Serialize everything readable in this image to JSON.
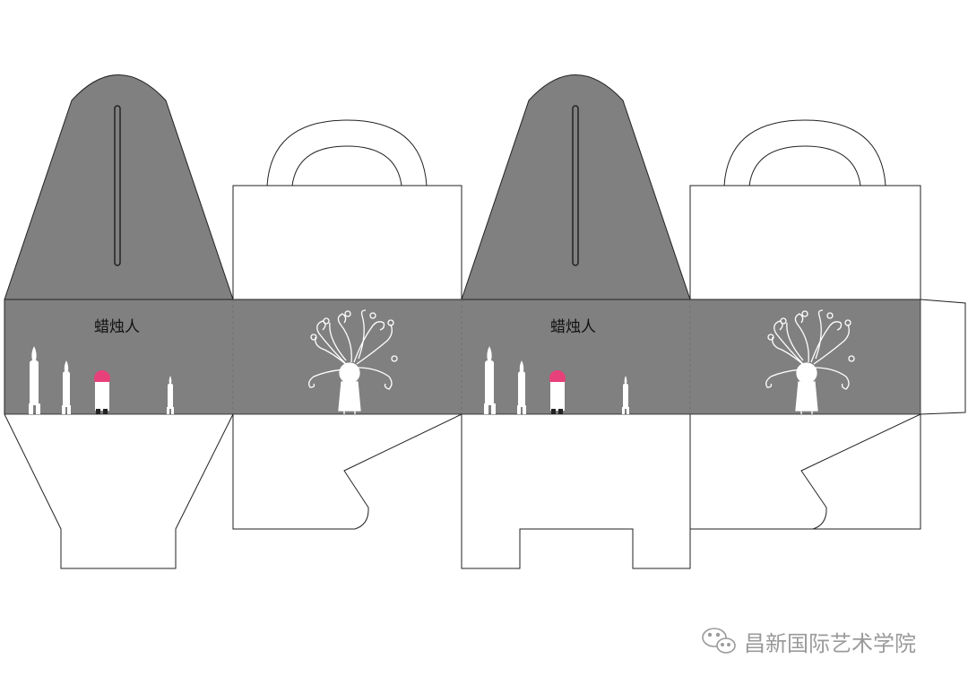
{
  "colors": {
    "band": "#808080",
    "line": "#222222",
    "paper": "#ffffff",
    "figure_hair": "#e8407a",
    "watermark": "#9a9a9a"
  },
  "panels": [
    {
      "brand_text": "蜡烛人"
    },
    {
      "brand_text": "蜡烛人"
    }
  ],
  "icons": [
    "wechat-logo-icon",
    "candle-icon",
    "candle-person-icon",
    "tree-figure-icon"
  ],
  "watermark": {
    "text": "昌新国际艺术学院"
  }
}
